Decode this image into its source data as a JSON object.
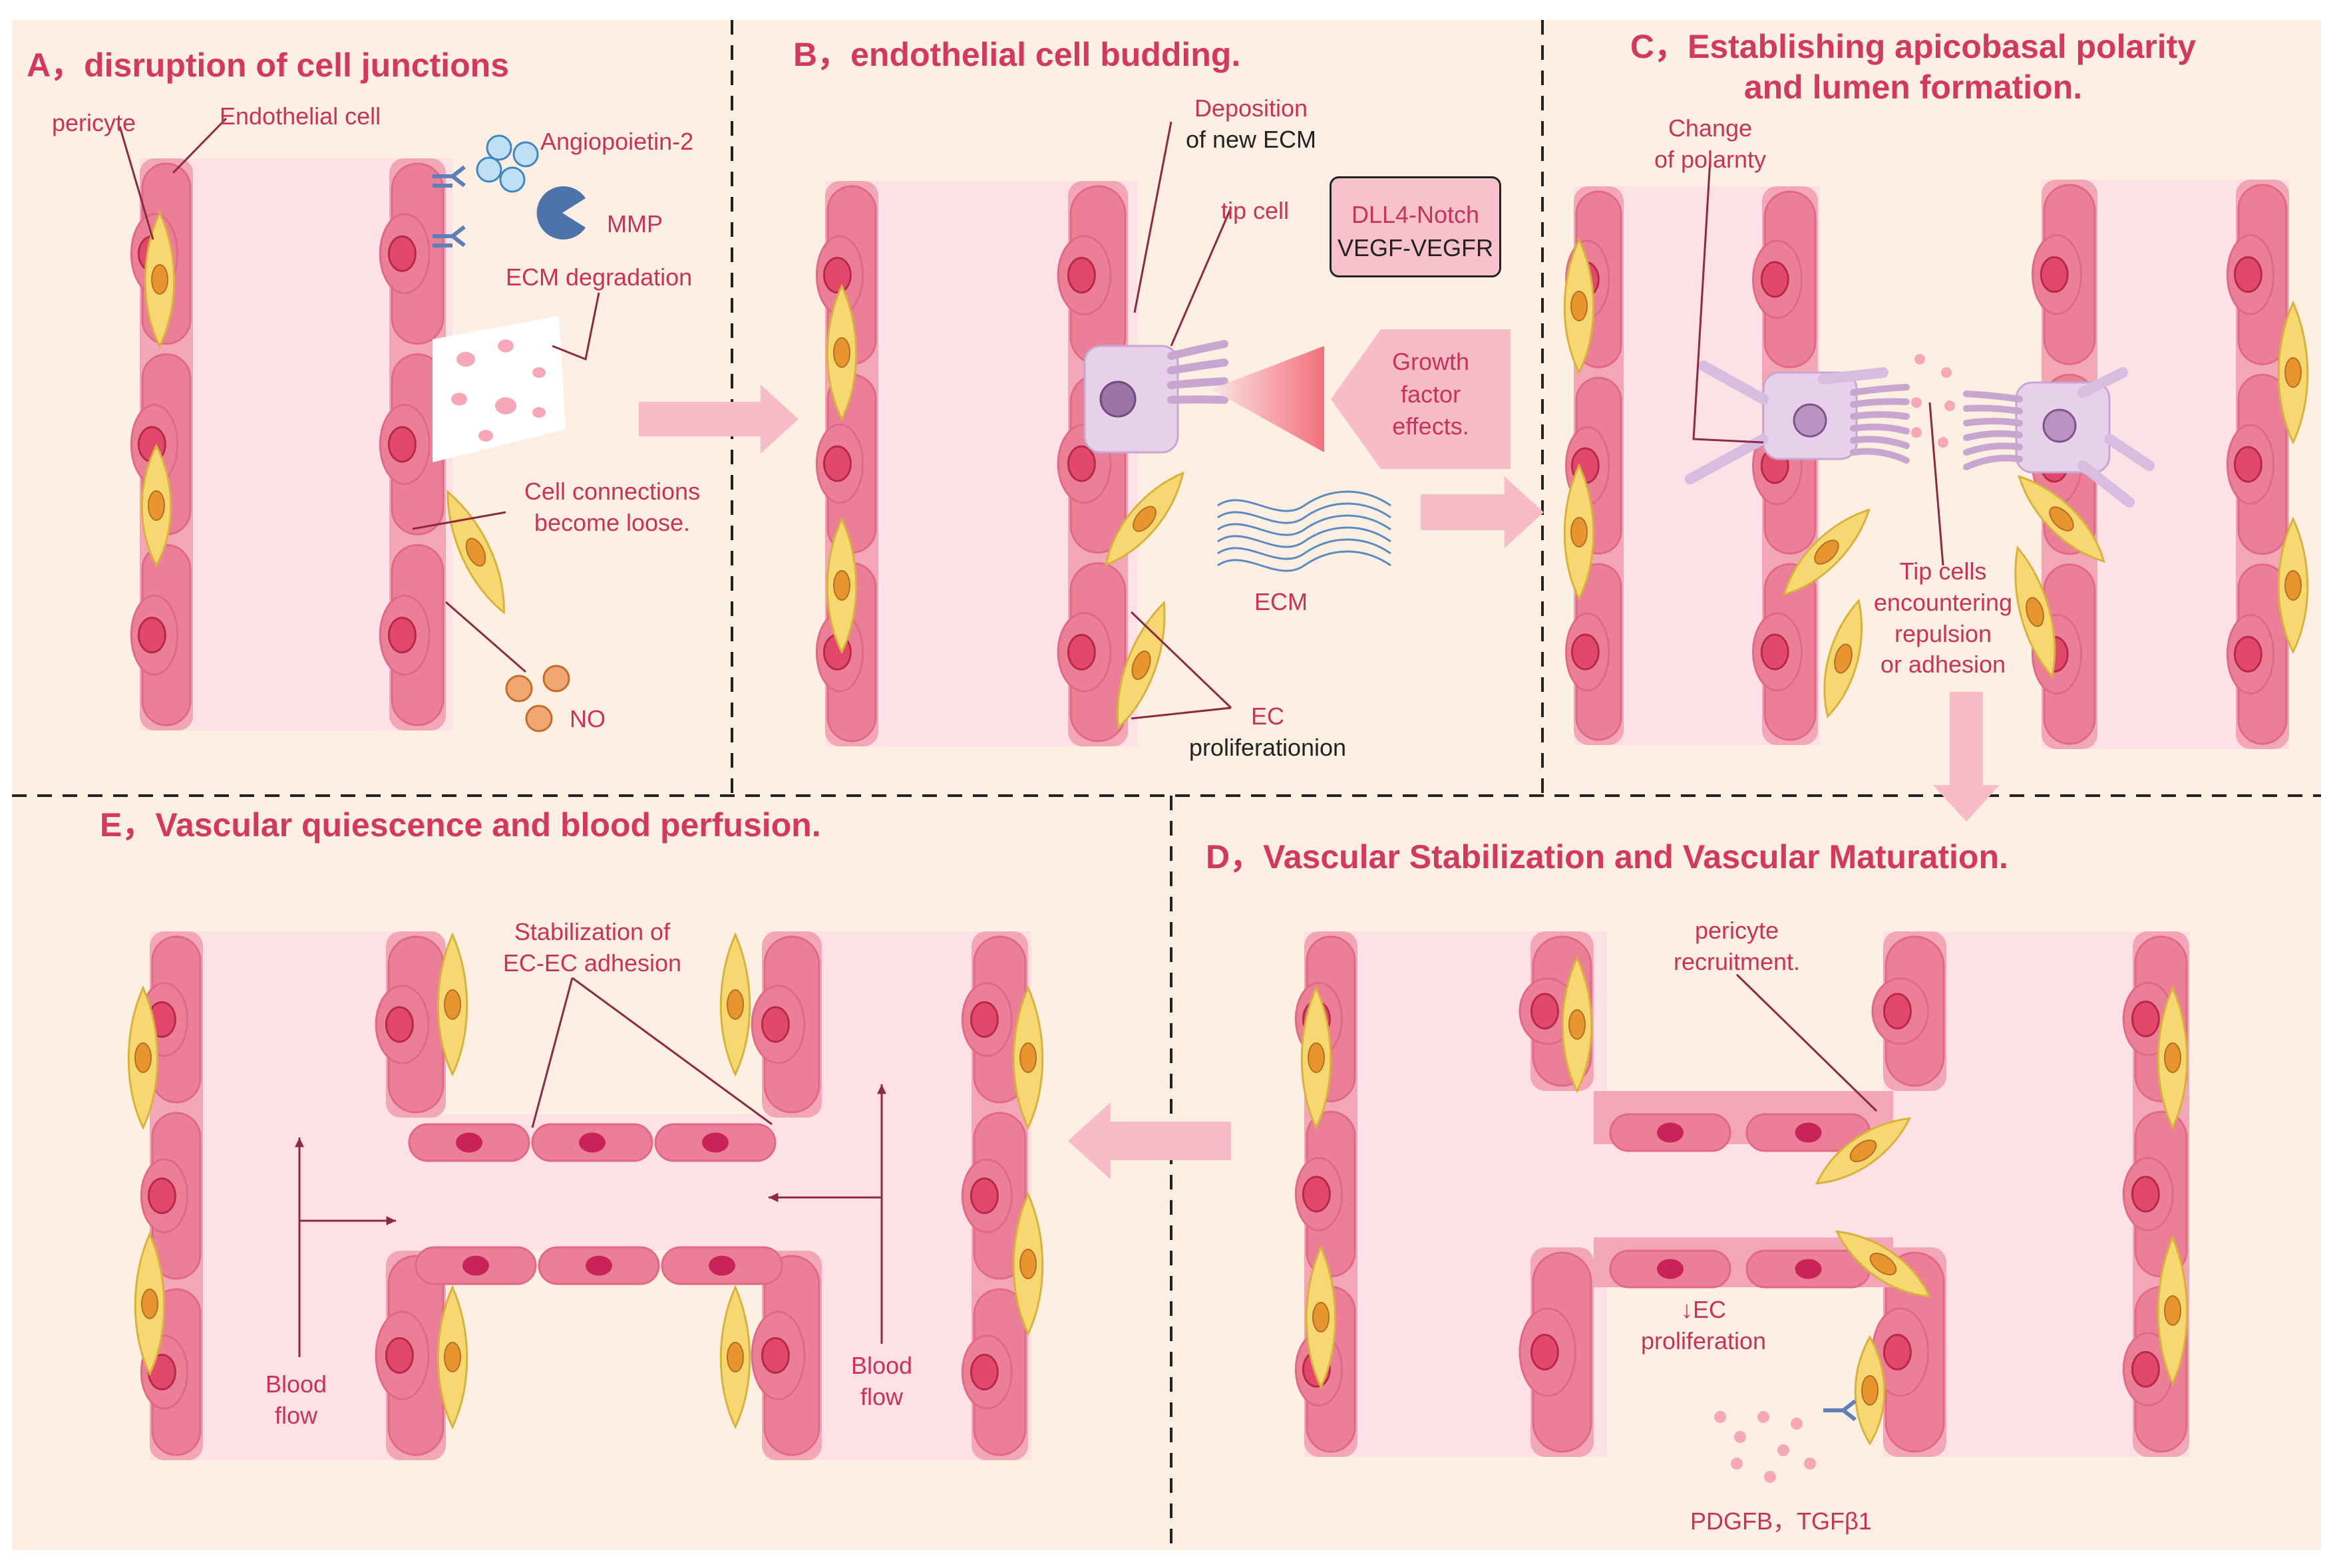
{
  "colors": {
    "panel_bg": "#fdefe2",
    "vessel_light": "#fde1e6",
    "vessel_wall": "#f3a6b6",
    "endothelial_cell": "#ec7f98",
    "nucleus": "#e2486a",
    "pericyte": "#f7d771",
    "pericyte_nucleus": "#e8952f",
    "tip_cell": "#e7d1ea",
    "arrow_pink": "#f8bcc8",
    "label_red": "#c8335a",
    "ecm_blue": "#5b8bc0",
    "divider": "#222222"
  },
  "panels": {
    "A": {
      "title": "A，disruption of cell junctions",
      "labels": {
        "pericyte": "pericyte",
        "endothelial": "Endothelial cell",
        "angiopoietin": "Angiopoietin-2",
        "mmp": "MMP",
        "ecm_degradation": "ECM degradation",
        "loose_1": "Cell connections",
        "loose_2": "become loose.",
        "no": "NO"
      }
    },
    "B": {
      "title": "B，endothelial cell budding.",
      "labels": {
        "deposition_1": "Deposition",
        "deposition_2": "of new ECM",
        "tip_cell": "tip cell",
        "signal_1": "DLL4-Notch",
        "signal_2": "VEGF-VEGFR",
        "growth_1": "Growth",
        "growth_2": "factor",
        "growth_3": "effects.",
        "ecm": "ECM",
        "ec_1": "EC",
        "ec_2": "proliferationion"
      }
    },
    "C": {
      "title_1": "C，Establishing apicobasal polarity",
      "title_2": "and lumen formation.",
      "labels": {
        "polarity_1": "Change",
        "polarity_2": "of polarnty",
        "tip_1": "Tip cells",
        "tip_2": "encountering",
        "tip_3": "repulsion",
        "tip_4": "or adhesion"
      }
    },
    "D": {
      "title": "D，Vascular Stabilization and Vascular Maturation.",
      "labels": {
        "pericyte_1": "pericyte",
        "pericyte_2": "recruitment.",
        "ec_1": "↓EC",
        "ec_2": "proliferation",
        "factors": "PDGFB，TGFβ1"
      }
    },
    "E": {
      "title": "E，Vascular quiescence and blood perfusion.",
      "labels": {
        "stab_1": "Stabilization of",
        "stab_2": "EC-EC adhesion",
        "flow_left_1": "Blood",
        "flow_left_2": "flow",
        "flow_right_1": "Blood",
        "flow_right_2": "flow"
      }
    }
  }
}
